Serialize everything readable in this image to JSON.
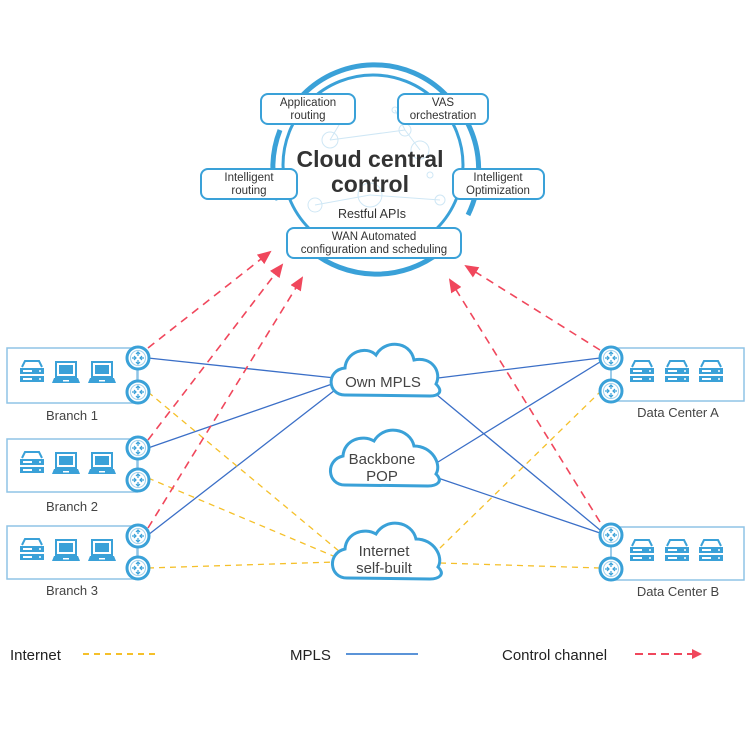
{
  "colors": {
    "primary_blue": "#3aa1d8",
    "mpls_line": "#3b6fc7",
    "internet_line": "#f5c02a",
    "control_line": "#f0475c",
    "box_border": "#8fc4e6",
    "icon_blue": "#3aa1d8"
  },
  "central": {
    "title_line1": "Cloud central",
    "title_line2": "control",
    "subtitle": "Restful APIs",
    "chips": [
      {
        "id": "app-routing",
        "line1": "Application",
        "line2": "routing"
      },
      {
        "id": "vas",
        "line1": "VAS",
        "line2": "orchestration"
      },
      {
        "id": "int-routing",
        "line1": "Intelligent",
        "line2": "routing"
      },
      {
        "id": "int-opt",
        "line1": "Intelligent",
        "line2": "Optimization"
      },
      {
        "id": "wan",
        "line1": "WAN Automated",
        "line2": "configuration and scheduling"
      }
    ]
  },
  "clouds": [
    {
      "id": "own-mpls",
      "line1": "Own MPLS",
      "line2": ""
    },
    {
      "id": "backbone-pop",
      "line1": "Backbone",
      "line2": "POP"
    },
    {
      "id": "internet-self-built",
      "line1": "Internet",
      "line2": "self-built"
    }
  ],
  "sites": [
    {
      "id": "branch-1",
      "label": "Branch 1",
      "devices": [
        "server",
        "laptop",
        "laptop"
      ]
    },
    {
      "id": "branch-2",
      "label": "Branch 2",
      "devices": [
        "server",
        "laptop",
        "laptop"
      ]
    },
    {
      "id": "branch-3",
      "label": "Branch 3",
      "devices": [
        "server",
        "laptop",
        "laptop"
      ]
    },
    {
      "id": "dc-a",
      "label": "Data Center A",
      "devices": [
        "server",
        "server",
        "server"
      ]
    },
    {
      "id": "dc-b",
      "label": "Data Center B",
      "devices": [
        "server",
        "server",
        "server"
      ]
    }
  ],
  "legend": [
    {
      "id": "internet",
      "label": "Internet",
      "style": "dashed-yellow"
    },
    {
      "id": "mpls",
      "label": "MPLS",
      "style": "solid-blue"
    },
    {
      "id": "control",
      "label": "Control channel",
      "style": "dashed-red-arrow"
    }
  ]
}
